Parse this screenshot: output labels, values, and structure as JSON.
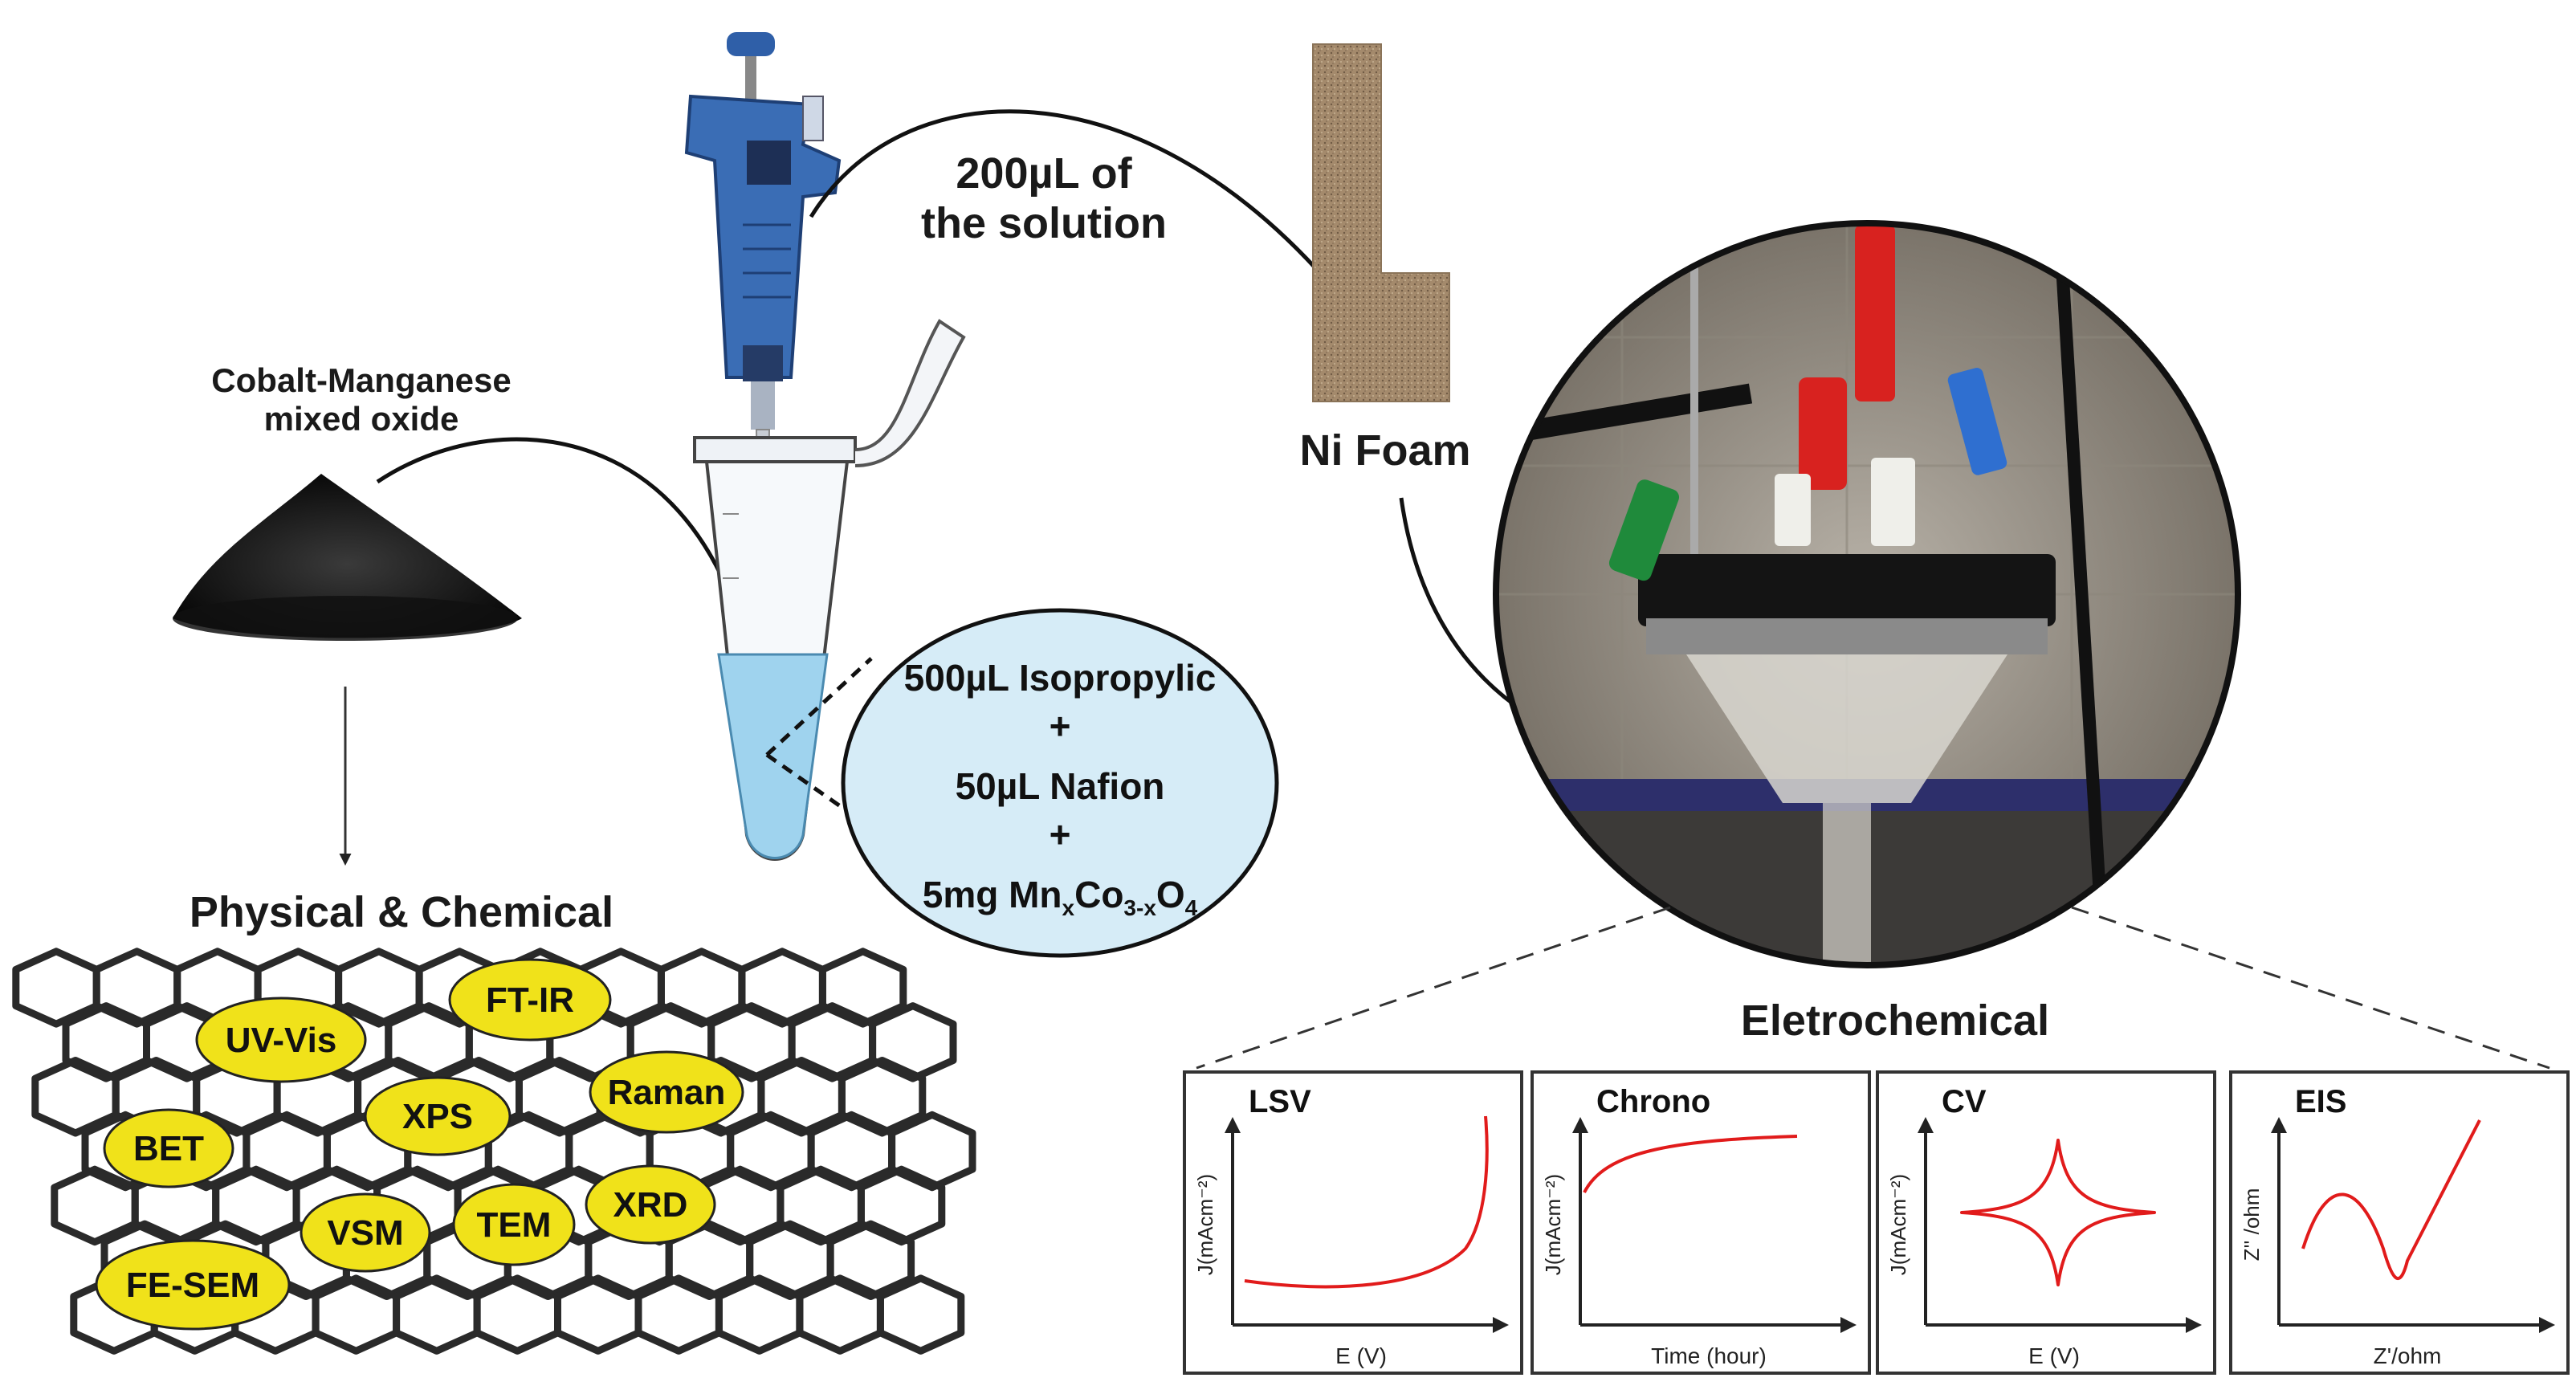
{
  "labels": {
    "powder": "Cobalt-Manganese\nmixed oxide",
    "pipette_volume": "200µL of\nthe solution",
    "ni_foam": "Ni Foam",
    "physical": "Physical & Chemical",
    "electrochemical": "Eletrochemical"
  },
  "solution": {
    "line1": "500µL Isopropylic",
    "plus1": "+",
    "line2": "50µL Nafion",
    "plus2": "+",
    "line3_prefix": "5mg Mn",
    "line3_x": "x",
    "line3_co": "Co",
    "line3_3x": "3-x",
    "line3_o": "O",
    "line3_4": "4"
  },
  "techniques": [
    "UV-Vis",
    "FT-IR",
    "XPS",
    "Raman",
    "BET",
    "VSM",
    "TEM",
    "XRD",
    "FE-SEM"
  ],
  "panels": [
    {
      "title": "LSV",
      "ylabel": "J(mAcm⁻²)",
      "xlabel": "E (V)"
    },
    {
      "title": "Chrono",
      "ylabel": "J(mAcm⁻²)",
      "xlabel": "Time (hour)"
    },
    {
      "title": "CV",
      "ylabel": "J(mAcm⁻²)",
      "xlabel": "E (V)"
    },
    {
      "title": "EIS",
      "ylabel": "Z'' /ohm",
      "xlabel": "Z'/ohm"
    }
  ],
  "colors": {
    "curve": "#e11b1b",
    "badge": "#f0e21a",
    "solution": "#d6ecf7",
    "pipette": "#3a6db5",
    "foam": "#a48a6c",
    "lattice": "#2a2a2a"
  }
}
